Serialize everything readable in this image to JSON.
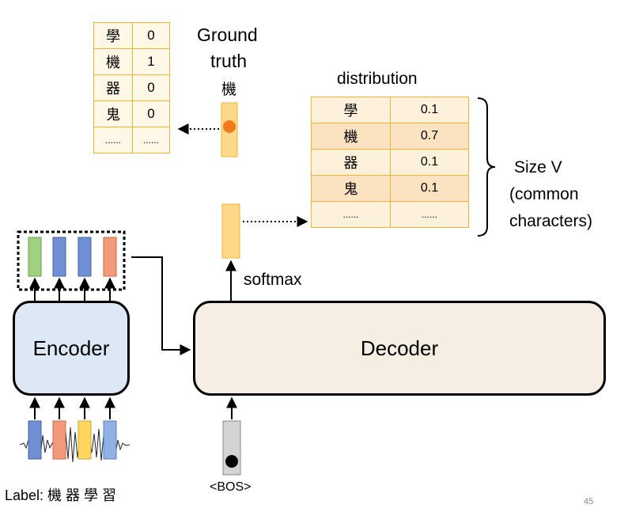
{
  "ground_truth": {
    "title_line1": "Ground",
    "title_line2": "truth",
    "char": "機",
    "rows": [
      {
        "char": "學",
        "value": "0"
      },
      {
        "char": "機",
        "value": "1"
      },
      {
        "char": "器",
        "value": "0"
      },
      {
        "char": "鬼",
        "value": "0"
      },
      {
        "char": "......",
        "value": "......"
      }
    ]
  },
  "distribution": {
    "title": "distribution",
    "rows": [
      {
        "char": "學",
        "value": "0.1"
      },
      {
        "char": "機",
        "value": "0.7"
      },
      {
        "char": "器",
        "value": "0.1"
      },
      {
        "char": "鬼",
        "value": "0.1"
      },
      {
        "char": "......",
        "value": "......"
      }
    ],
    "size_line1": "Size V",
    "size_line2": "(common",
    "size_line3": "characters)"
  },
  "softmax_label": "softmax",
  "encoder_label": "Encoder",
  "decoder_label": "Decoder",
  "bos_label": "<BOS>",
  "bottom_label": "Label: 機  器  學  習",
  "page_number": "45",
  "colors": {
    "orange_bar": "#ffd98a",
    "green_bar": "#9fd17f",
    "blue_bar": "#6f8fd4",
    "salmon_bar": "#f39a7a",
    "yellow_bar": "#ffd75e",
    "encoder_fill": "#dce8f6",
    "decoder_fill": "#f6ede3",
    "table_border": "#f2b233"
  }
}
